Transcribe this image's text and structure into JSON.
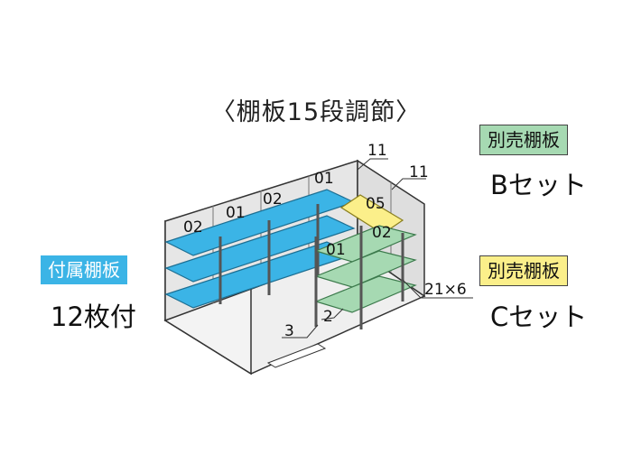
{
  "title": "〈棚板15段調節〉",
  "badges": {
    "included": "付属棚板",
    "sold_separately_b": "別売棚板",
    "sold_separately_c": "別売棚板"
  },
  "captions": {
    "included_count": "12枚付",
    "set_b": "Bセット",
    "set_c": "Cセット"
  },
  "shelf_labels": {
    "l1": "02",
    "l2": "01",
    "l3": "02",
    "l4": "01",
    "l5": "05",
    "l6": "02",
    "l7": "01",
    "l8": "2",
    "l9": "3"
  },
  "dimension_labels": {
    "d1": "11",
    "d2": "11",
    "d3": "21×6"
  },
  "colors": {
    "blue_shelf": "#3bb4e6",
    "green_shelf": "#a6d9b2",
    "yellow_shelf": "#fbef8a",
    "wall_fill": "#e6e6e6",
    "floor_fill": "#efefef",
    "outline": "#333333"
  }
}
